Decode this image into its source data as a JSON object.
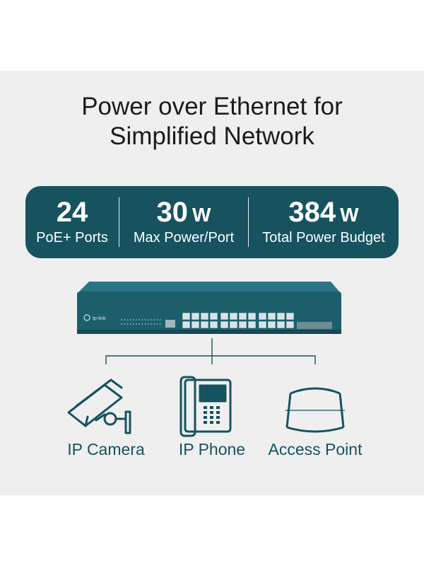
{
  "headline": {
    "line1": "Power over Ethernet for",
    "line2": "Simplified Network"
  },
  "stats": [
    {
      "value": "24",
      "unit": "",
      "label": "PoE+ Ports"
    },
    {
      "value": "30",
      "unit": "W",
      "label": "Max Power/Port"
    },
    {
      "value": "384",
      "unit": "W",
      "label": "Total Power Budget"
    }
  ],
  "switch": {
    "brand_logo_text": "tp-link",
    "icon": "network-switch-icon",
    "port_count": 24
  },
  "devices": [
    {
      "label": "IP Camera",
      "icon": "ip-camera-icon"
    },
    {
      "label": "IP Phone",
      "icon": "ip-phone-icon"
    },
    {
      "label": "Access Point",
      "icon": "access-point-icon"
    }
  ],
  "colors": {
    "accent": "#16535f",
    "panel_background": "#efefef",
    "switch_body": "#1d5e6b"
  }
}
